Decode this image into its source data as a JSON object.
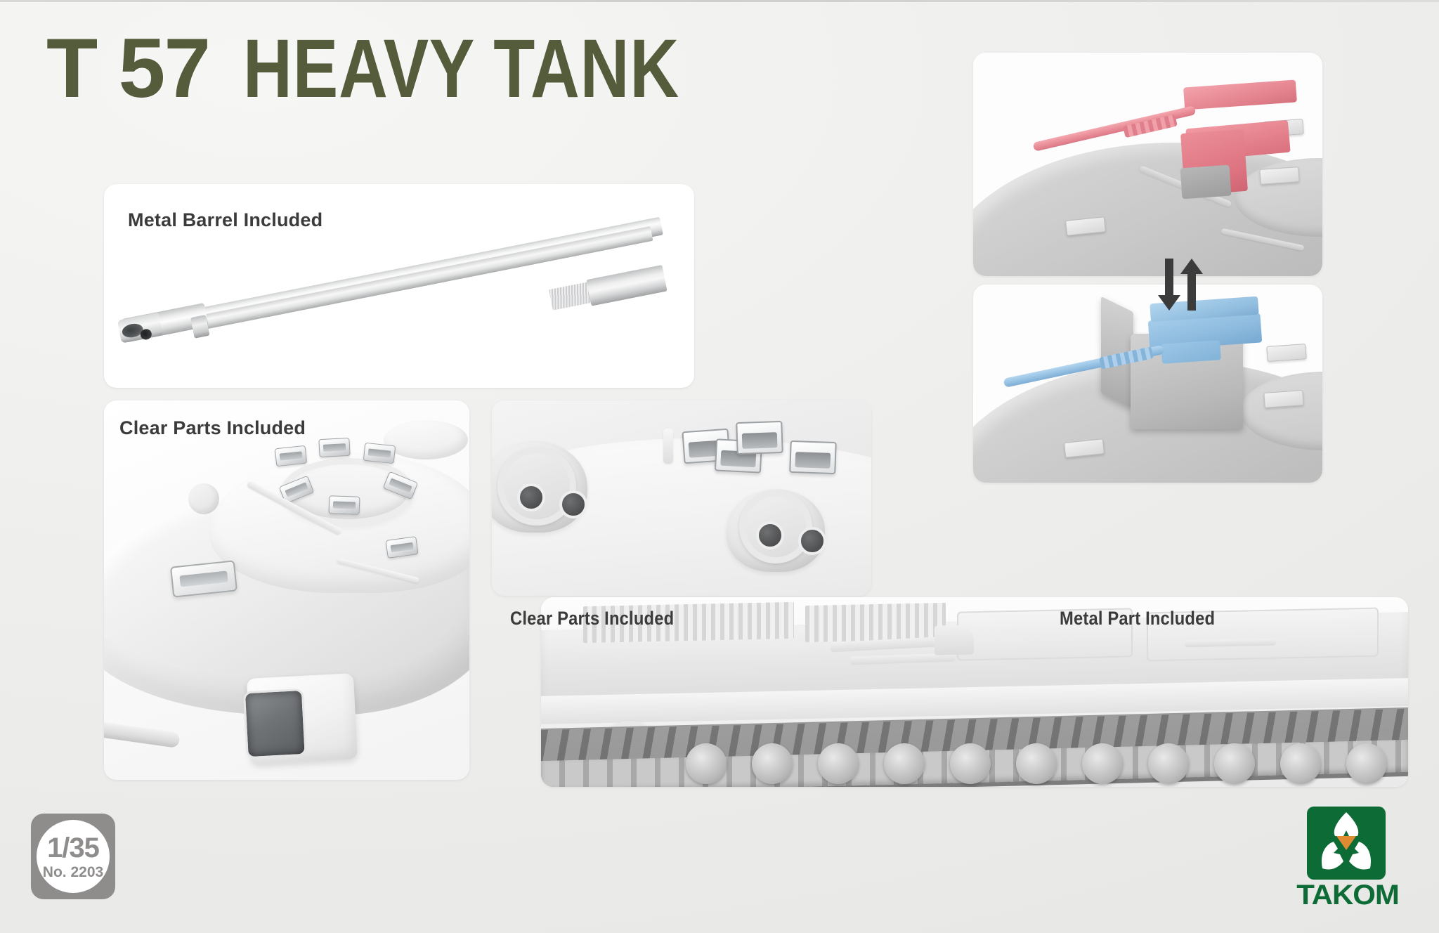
{
  "page": {
    "background_color": "#eeeeec",
    "accent_olive": "#555c3c",
    "brand_green": "#0d6b36",
    "brand_orange": "#e08a32"
  },
  "title": {
    "model_code": "T 57",
    "model_name": "HEAVY TANK"
  },
  "panels": {
    "metal_barrel": {
      "label": "Metal Barrel Included"
    },
    "clear_parts_turret": {
      "label": "Clear Parts Included"
    },
    "clear_parts_interior": {
      "label": "Clear Parts Included"
    },
    "metal_part": {
      "label": "Metal Part Included"
    }
  },
  "gun_swap": {
    "top_option_color": "#e8848d",
    "bottom_option_color": "#86b8dd",
    "arrow_down": "▼",
    "arrow_up": "▲"
  },
  "scale_badge": {
    "scale": "1/35",
    "kit_number": "No. 2203"
  },
  "brand": {
    "name": "TAKOM"
  }
}
